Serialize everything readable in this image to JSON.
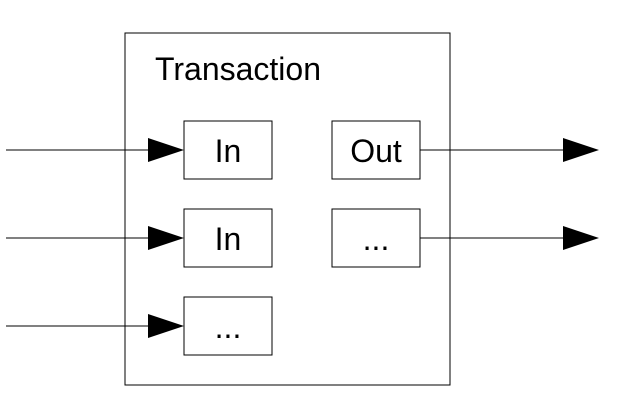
{
  "diagram": {
    "title": "Transaction",
    "inputs": [
      {
        "label": "In"
      },
      {
        "label": "In"
      },
      {
        "label": "..."
      }
    ],
    "outputs": [
      {
        "label": "Out"
      },
      {
        "label": "..."
      }
    ]
  },
  "colors": {
    "stroke": "#000000",
    "fill": "#ffffff"
  }
}
